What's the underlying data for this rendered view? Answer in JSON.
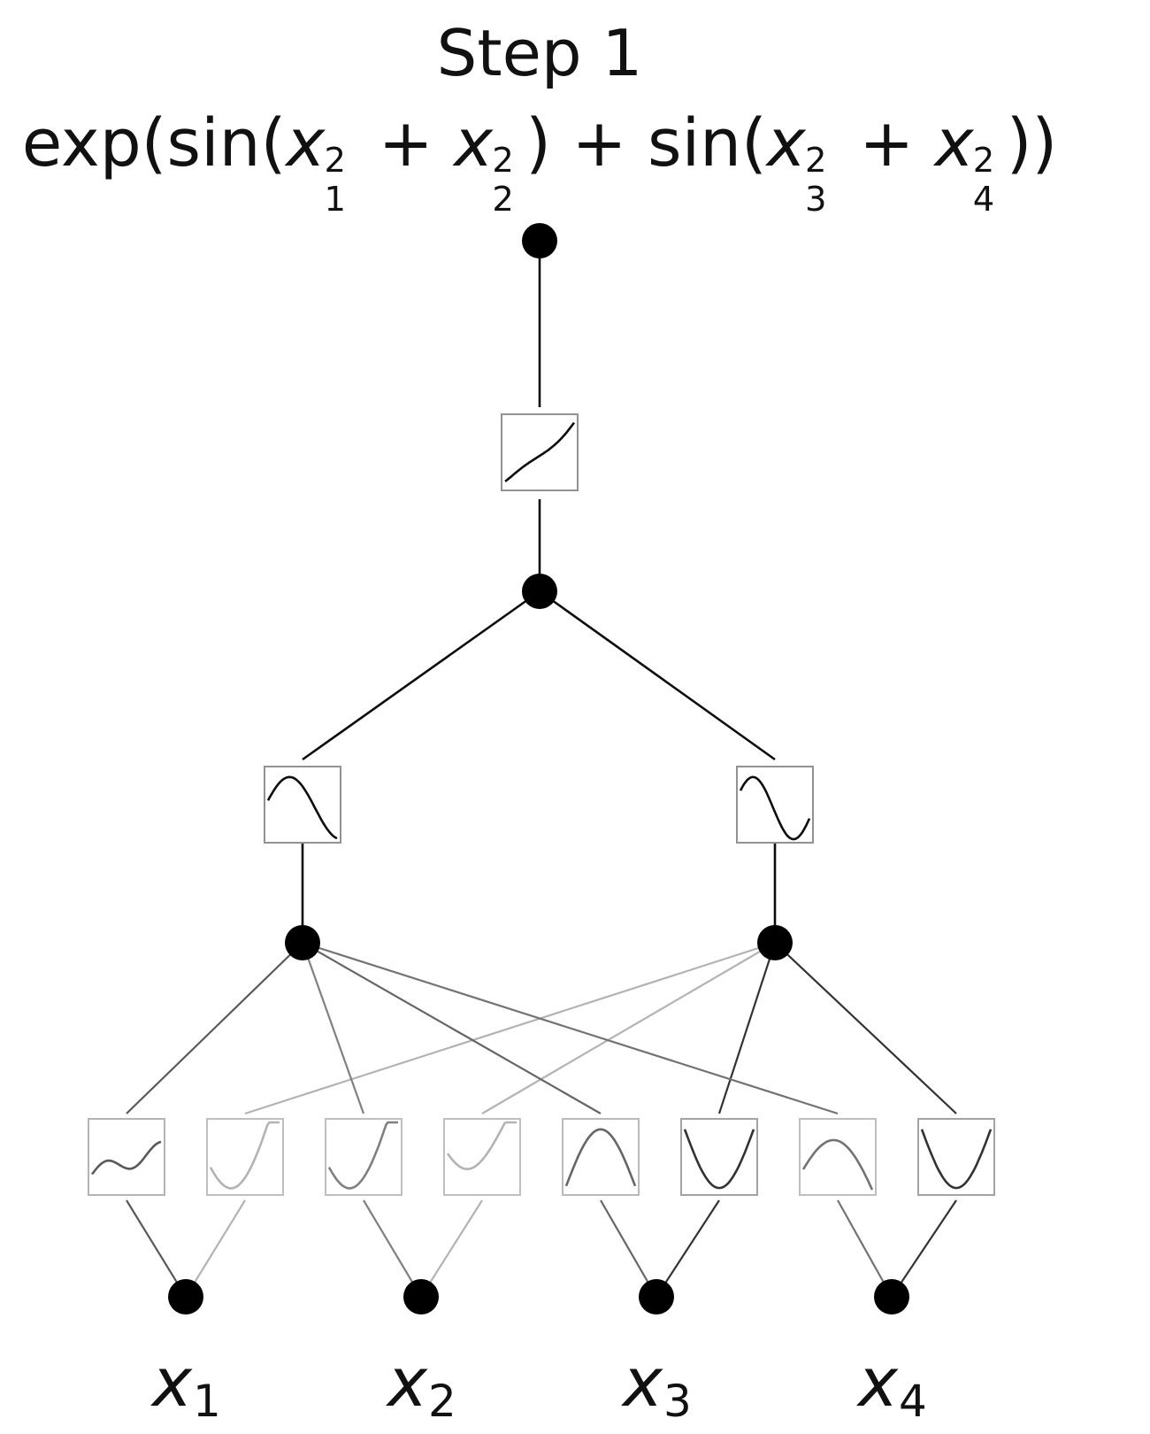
{
  "title": "Step 1",
  "formula": {
    "prefix": "exp(sin(",
    "mid": ") + sin(",
    "suffix": "))",
    "var": "x",
    "plus": " + ",
    "exp": "2",
    "subs": [
      "1",
      "2",
      "3",
      "4"
    ]
  },
  "inputs": [
    "x",
    "x",
    "x",
    "x"
  ],
  "input_subscripts": [
    "1",
    "2",
    "3",
    "4"
  ],
  "colors": {
    "ink": "#000000",
    "box": "#9a9a9a"
  },
  "layer0_activations": [
    {
      "from": 0,
      "to": 0,
      "shape": "wave-rise",
      "shade": 0.65
    },
    {
      "from": 0,
      "to": 1,
      "shape": "dip-rise",
      "shade": 0.3
    },
    {
      "from": 1,
      "to": 0,
      "shape": "dip-rise",
      "shade": 0.5
    },
    {
      "from": 1,
      "to": 1,
      "shape": "dip-rise-faint",
      "shade": 0.3
    },
    {
      "from": 2,
      "to": 0,
      "shape": "bump",
      "shade": 0.6
    },
    {
      "from": 2,
      "to": 1,
      "shape": "valley",
      "shade": 0.8
    },
    {
      "from": 3,
      "to": 0,
      "shape": "bump-short",
      "shade": 0.55
    },
    {
      "from": 3,
      "to": 1,
      "shape": "valley",
      "shade": 0.8
    }
  ],
  "layer1_activations": [
    {
      "from": 0,
      "to": 0,
      "shape": "sine-left",
      "shade": 0.95
    },
    {
      "from": 1,
      "to": 0,
      "shape": "sine-right",
      "shade": 0.95
    }
  ],
  "layer2_activations": [
    {
      "from": 0,
      "to": 0,
      "shape": "exp-like",
      "shade": 0.95
    }
  ]
}
